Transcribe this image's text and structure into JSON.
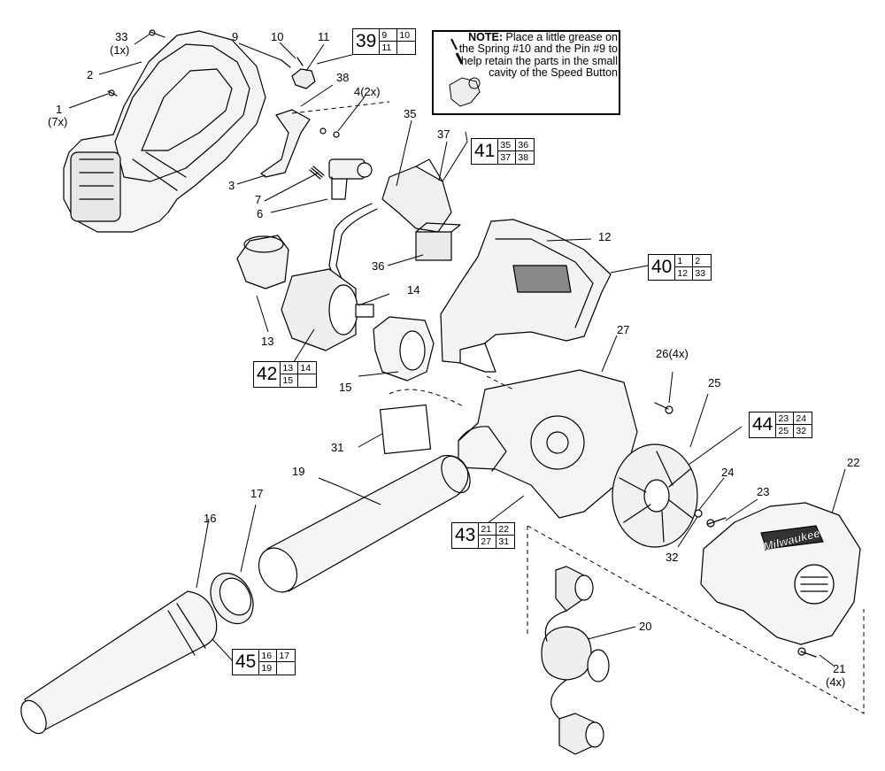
{
  "note": {
    "prefix": "NOTE:",
    "text": "Place a little grease on the Spring #10 and the Pin #9 to help retain the parts in the small cavity of the Speed Button"
  },
  "callouts": [
    {
      "id": "c1",
      "text": "1"
    },
    {
      "id": "c1q",
      "text": "(7x)"
    },
    {
      "id": "c2",
      "text": "2"
    },
    {
      "id": "c3",
      "text": "3"
    },
    {
      "id": "c4",
      "text": "4(2x)"
    },
    {
      "id": "c6",
      "text": "6"
    },
    {
      "id": "c7",
      "text": "7"
    },
    {
      "id": "c9",
      "text": "9"
    },
    {
      "id": "c10",
      "text": "10"
    },
    {
      "id": "c11",
      "text": "11"
    },
    {
      "id": "c12",
      "text": "12"
    },
    {
      "id": "c13",
      "text": "13"
    },
    {
      "id": "c14",
      "text": "14"
    },
    {
      "id": "c15",
      "text": "15"
    },
    {
      "id": "c16",
      "text": "16"
    },
    {
      "id": "c17",
      "text": "17"
    },
    {
      "id": "c19",
      "text": "19"
    },
    {
      "id": "c20",
      "text": "20"
    },
    {
      "id": "c21",
      "text": "21"
    },
    {
      "id": "c21q",
      "text": "(4x)"
    },
    {
      "id": "c22",
      "text": "22"
    },
    {
      "id": "c23",
      "text": "23"
    },
    {
      "id": "c24",
      "text": "24"
    },
    {
      "id": "c25",
      "text": "25"
    },
    {
      "id": "c26",
      "text": "26(4x)"
    },
    {
      "id": "c27",
      "text": "27"
    },
    {
      "id": "c31",
      "text": "31"
    },
    {
      "id": "c32",
      "text": "32"
    },
    {
      "id": "c33",
      "text": "33"
    },
    {
      "id": "c33q",
      "text": "(1x)"
    },
    {
      "id": "c35",
      "text": "35"
    },
    {
      "id": "c36",
      "text": "36"
    },
    {
      "id": "c37",
      "text": "37"
    },
    {
      "id": "c38",
      "text": "38"
    }
  ],
  "kits": [
    {
      "num": "39",
      "parts": [
        "9",
        "10",
        "11",
        ""
      ]
    },
    {
      "num": "40",
      "parts": [
        "1",
        "2",
        "12",
        "33"
      ]
    },
    {
      "num": "41",
      "parts": [
        "35",
        "36",
        "37",
        "38"
      ]
    },
    {
      "num": "42",
      "parts": [
        "13",
        "14",
        "15",
        ""
      ]
    },
    {
      "num": "43",
      "parts": [
        "21",
        "22",
        "27",
        "31"
      ]
    },
    {
      "num": "44",
      "parts": [
        "23",
        "24",
        "25",
        "32"
      ]
    },
    {
      "num": "45",
      "parts": [
        "16",
        "17",
        "19",
        ""
      ]
    }
  ],
  "brand_logo": "Milwaukee"
}
